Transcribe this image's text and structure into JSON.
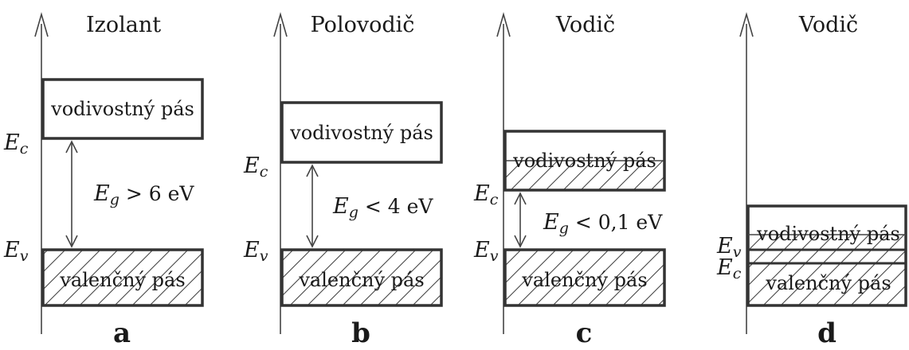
{
  "panels": [
    {
      "title": "Izolant",
      "conduction_label": "vodivostný pás",
      "valence_label": "valenčný pás",
      "ec": {
        "main": "E",
        "sub": "c"
      },
      "ev": {
        "main": "E",
        "sub": "v"
      },
      "gap": {
        "main": "E",
        "sub": "g",
        "rest": " > 6 eV"
      },
      "letter": "a"
    },
    {
      "title": "Polovodič",
      "conduction_label": "vodivostný pás",
      "valence_label": "valenčný pás",
      "ec": {
        "main": "E",
        "sub": "c"
      },
      "ev": {
        "main": "E",
        "sub": "v"
      },
      "gap": {
        "main": "E",
        "sub": "g",
        "rest": " < 4 eV"
      },
      "letter": "b"
    },
    {
      "title": "Vodič",
      "conduction_label": "vodivostný pás",
      "valence_label": "valenčný pás",
      "ec": {
        "main": "E",
        "sub": "c"
      },
      "ev": {
        "main": "E",
        "sub": "v"
      },
      "gap": {
        "main": "E",
        "sub": "g",
        "rest": " < 0,1 eV"
      },
      "letter": "c"
    },
    {
      "title": "Vodič",
      "conduction_label": "vodivostný pás",
      "valence_label": "valenčný pás",
      "ec": {
        "main": "E",
        "sub": "c"
      },
      "ev": {
        "main": "E",
        "sub": "v"
      },
      "letter": "d"
    }
  ]
}
